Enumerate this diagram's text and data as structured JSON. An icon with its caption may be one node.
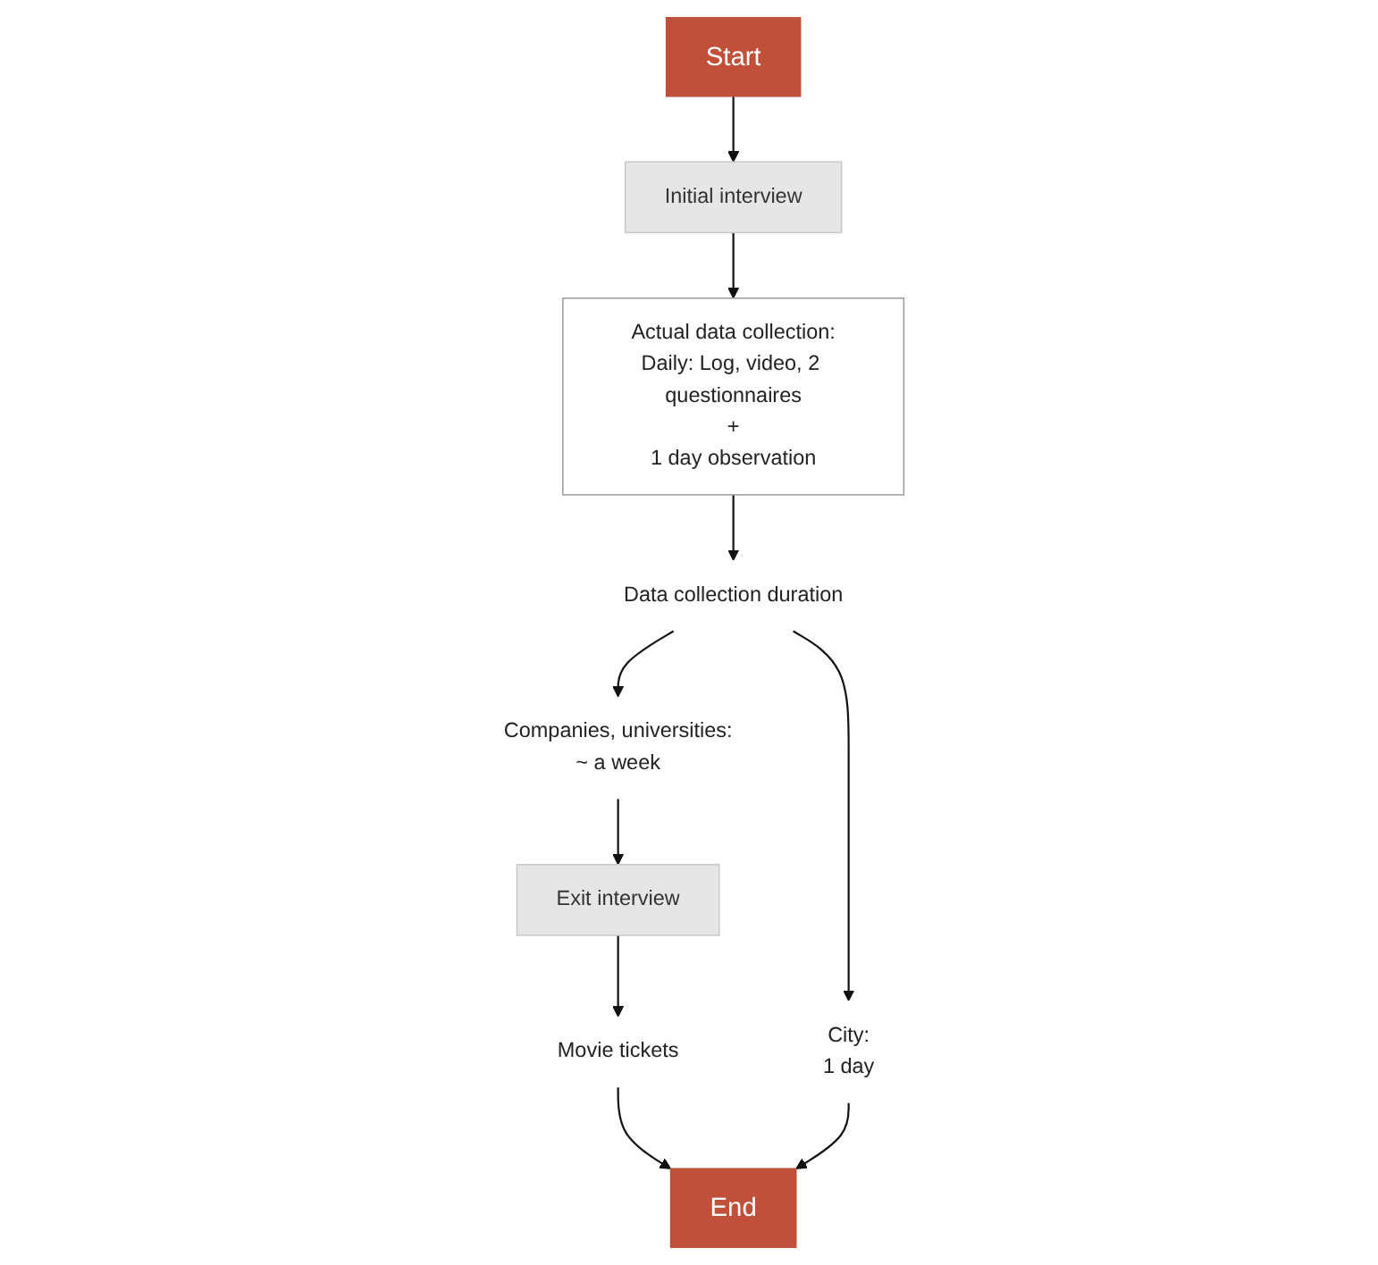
{
  "diagram": {
    "nodes": [
      {
        "text": [
          "Start"
        ]
      },
      {
        "text": [
          "Initial interview"
        ]
      },
      {
        "text": [
          "Actual data collection:",
          "Daily: Log, video, 2 questionnaires",
          "+",
          "1 day observation"
        ]
      },
      {
        "text": [
          "Data collection duration"
        ]
      },
      {
        "text": [
          "Companies, universities:",
          "~ a week"
        ]
      },
      {
        "text": [
          "City:",
          "1 day"
        ]
      },
      {
        "text": [
          "Exit interview"
        ]
      },
      {
        "text": [
          "Movie tickets"
        ]
      },
      {
        "text": [
          "End"
        ]
      }
    ],
    "edges": [
      {
        "from": 0,
        "to": 1,
        "arrow": "to"
      },
      {
        "from": 1,
        "to": 2,
        "arrow": "to"
      },
      {
        "from": 2,
        "to": 3,
        "arrow": "to"
      },
      {
        "from": 3,
        "to": 4,
        "arrow": "to"
      },
      {
        "from": 3,
        "to": 5,
        "arrow": "to"
      },
      {
        "from": 4,
        "to": 6,
        "arrow": "to"
      },
      {
        "from": 6,
        "to": 7,
        "arrow": "to"
      },
      {
        "from": 7,
        "to": 8,
        "arrow": "to"
      },
      {
        "from": 5,
        "to": 8,
        "arrow": "to"
      }
    ]
  }
}
